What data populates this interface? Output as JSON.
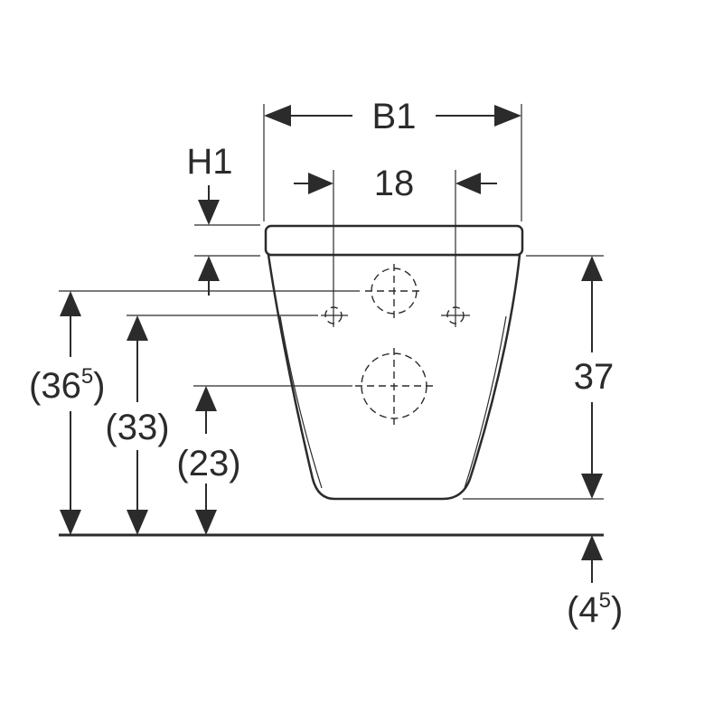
{
  "labels": {
    "b1": "B1",
    "h1": "H1",
    "d18": "18",
    "d37": "37",
    "d365_main": "(36",
    "d365_sup": "5",
    "d365_close": ")",
    "d33": "(33)",
    "d23": "(23)",
    "d45_main": "(4",
    "d45_sup": "5",
    "d45_close": ")"
  },
  "colors": {
    "line": "#2b2b2b",
    "background": "#ffffff"
  }
}
